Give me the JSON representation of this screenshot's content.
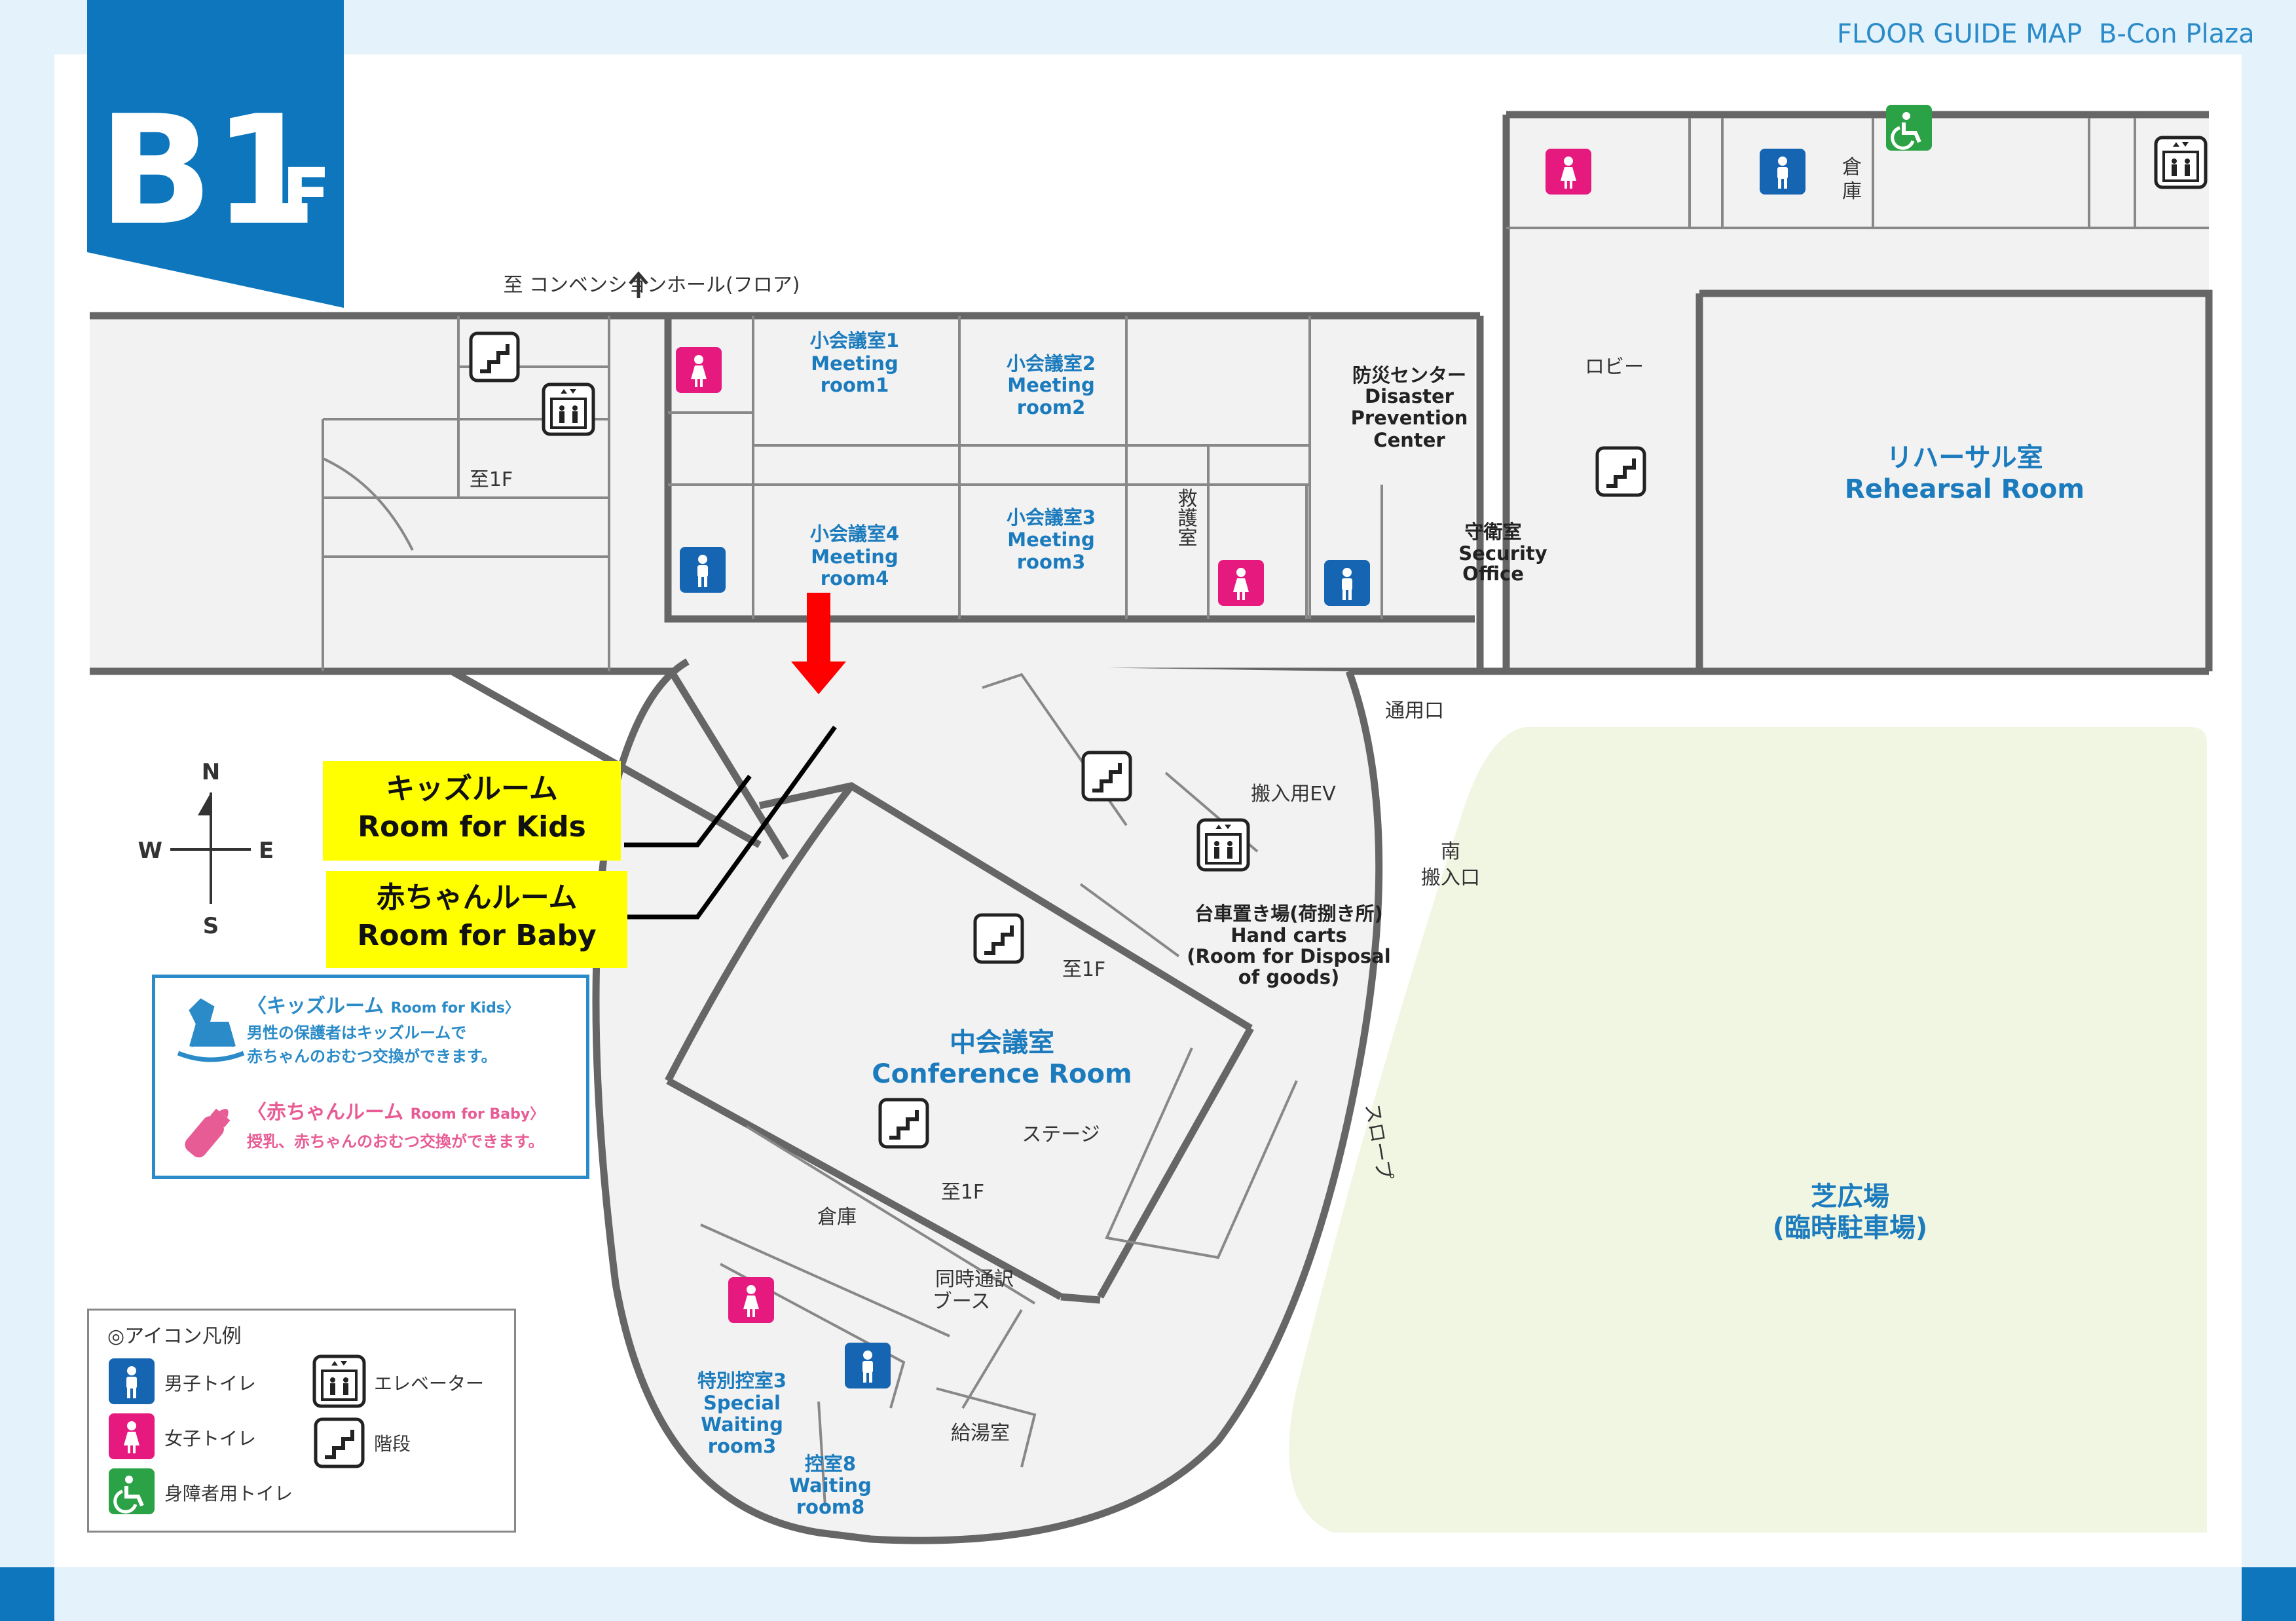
{
  "header": {
    "floor_main": "B1",
    "floor_suffix": "F",
    "guide_title": "FLOOR GUIDE MAP",
    "venue": "B-Con Plaza"
  },
  "colors": {
    "brand_blue": "#1b7bbd",
    "header_blue": "#0e76bc",
    "mens": "#1565b2",
    "womens": "#e6197f",
    "accessible": "#2aa245",
    "lawn": "#f1f6e3",
    "highlight": "#ffff00",
    "arrow": "#ff0000"
  },
  "rooms": {
    "meeting1": [
      "小会議室1",
      "Meeting",
      "room1"
    ],
    "meeting2": [
      "小会議室2",
      "Meeting",
      "room2"
    ],
    "meeting3": [
      "小会議室3",
      "Meeting",
      "room3"
    ],
    "meeting4": [
      "小会議室4",
      "Meeting",
      "room4"
    ],
    "disaster": [
      "防災センター",
      "Disaster",
      "Prevention",
      "Center"
    ],
    "security": [
      "守衛室",
      "Security",
      "Office"
    ],
    "first_aid": "救護室",
    "lobby": "ロビー",
    "rehearsal": [
      "リハーサル室",
      "Rehearsal Room"
    ],
    "conference": [
      "中会議室",
      "Conference Room"
    ],
    "stage": "ステージ",
    "storage": "倉庫",
    "storage_top": [
      "倉",
      "庫"
    ],
    "interpret": [
      "同時通訳",
      "ブース"
    ],
    "kitchen": "給湯室",
    "special_waiting": [
      "特別控室3",
      "Special",
      "Waiting",
      "room3"
    ],
    "waiting8": [
      "控室8",
      "Waiting",
      "room8"
    ],
    "lawn": [
      "芝広場",
      "(臨時駐車場)"
    ],
    "hand_carts": [
      "台車置き場(荷捌き所)",
      "Hand carts",
      "(Room for Disposal",
      "of goods)"
    ],
    "freight_ev": "搬入用EV",
    "south_entry": [
      "南",
      "搬入口"
    ],
    "service_entry": "通用口",
    "slope": "スロープ"
  },
  "directions": {
    "to_hall": "至 コンベンションホール(フロア)",
    "to_1f": "至1F"
  },
  "compass": {
    "n": "N",
    "s": "S",
    "e": "E",
    "w": "W"
  },
  "callouts": {
    "kids": [
      "キッズルーム",
      "Room for Kids"
    ],
    "baby": [
      "赤ちゃんルーム",
      "Room for Baby"
    ]
  },
  "info": {
    "kids_title": "〈キッズルーム",
    "kids_title_en": "Room for Kids〉",
    "kids_desc": [
      "男性の保護者はキッズルームで",
      "赤ちゃんのおむつ交換ができます。"
    ],
    "baby_title": "〈赤ちゃんルーム",
    "baby_title_en": "Room for Baby〉",
    "baby_desc": "授乳、赤ちゃんのおむつ交換ができます。"
  },
  "legend": {
    "title": "◎アイコン凡例",
    "mens": "男子トイレ",
    "womens": "女子トイレ",
    "accessible": "身障者用トイレ",
    "elevator": "エレベーター",
    "stairs": "階段"
  }
}
